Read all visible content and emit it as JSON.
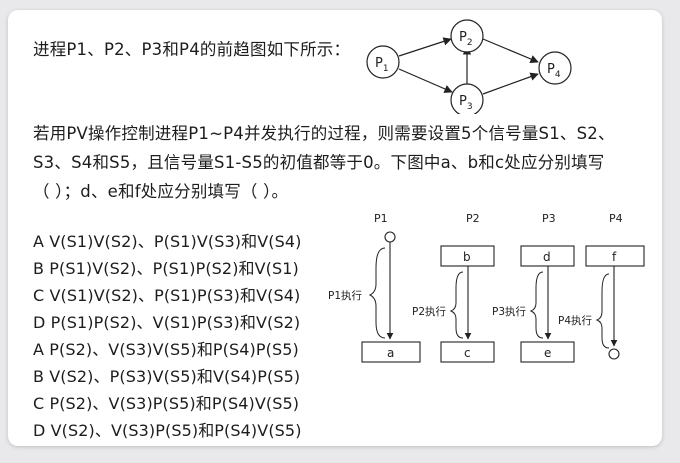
{
  "question": {
    "intro": "进程P1、P2、P3和P4的前趋图如下所示：",
    "line1": "若用PV操作控制进程P1~P4并发执行的过程，则需要设置5个信号量S1、S2、",
    "line2": "S3、S4和S5，且信号量S1-S5的初值都等于0。下图中a、b和c处应分别填写",
    "line3": "（ ）；d、e和f处应分别填写（ ）。"
  },
  "precedence_graph": {
    "nodes": [
      {
        "id": "p1",
        "letter": "P",
        "sub": "1"
      },
      {
        "id": "p2",
        "letter": "P",
        "sub": "2"
      },
      {
        "id": "p3",
        "letter": "P",
        "sub": "3"
      },
      {
        "id": "p4",
        "letter": "P",
        "sub": "4"
      }
    ]
  },
  "process_diagram": {
    "headers": [
      "P1",
      "P2",
      "P3",
      "P4"
    ],
    "boxes": [
      "a",
      "b",
      "c",
      "d",
      "e",
      "f"
    ],
    "exec_labels": [
      "P1执行",
      "P2执行",
      "P3执行",
      "P4执行"
    ]
  },
  "options": [
    "A V(S1)V(S2)、P(S1)V(S3)和V(S4)",
    "B P(S1)V(S2)、P(S1)P(S2)和V(S1)",
    "C V(S1)V(S2)、P(S1)P(S3)和V(S4)",
    "D P(S1)P(S2)、V(S1)P(S3)和V(S2)",
    "A P(S2)、V(S3)V(S5)和P(S4)P(S5)",
    "B V(S2)、P(S3)V(S5)和V(S4)P(S5)",
    "C P(S2)、V(S3)P(S5)和P(S4)V(S5)",
    "D V(S2)、V(S3)P(S5)和P(S4)V(S5)"
  ]
}
